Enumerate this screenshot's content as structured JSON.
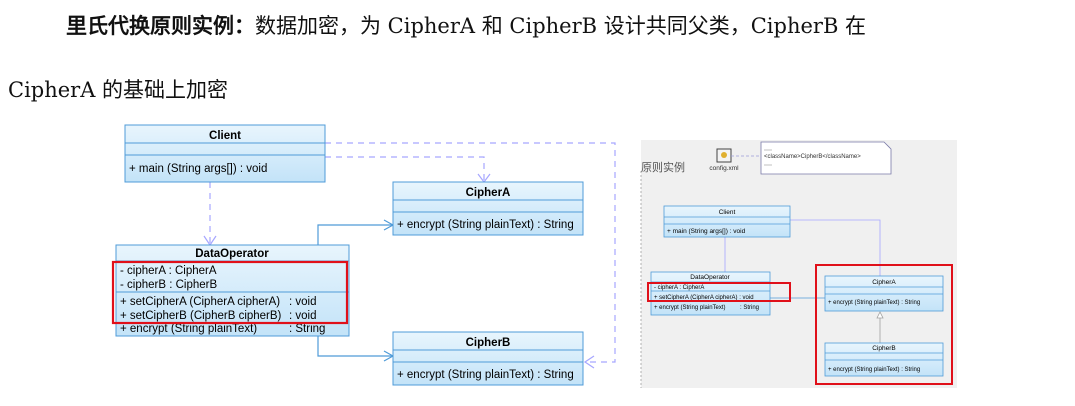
{
  "text": {
    "bold_lead": "里氏代换原则实例：",
    "line1_rest": "数据加密，为 CipherA 和 CipherB 设计共同父类，CipherB 在",
    "line2": "CipherA 的基础上加密"
  },
  "left_diagram": {
    "client": {
      "name": "Client",
      "ops": [
        "+ main (String args[]) : void"
      ]
    },
    "data_operator": {
      "name": "DataOperator",
      "attrs": [
        "- cipherA : CipherA",
        "- cipherB : CipherB"
      ],
      "ops": [
        "+ setCipherA (CipherA cipherA)",
        "+ setCipherB (CipherB cipherB)",
        "+ encrypt (String plainText)"
      ],
      "op_returns": [
        ": void",
        ": void",
        ": String"
      ]
    },
    "cipher_a": {
      "name": "CipherA",
      "ops": [
        "+ encrypt (String plainText) : String"
      ]
    },
    "cipher_b": {
      "name": "CipherB",
      "ops": [
        "+ encrypt (String plainText) : String"
      ]
    }
  },
  "right_diagram": {
    "side_label": "原则实例",
    "config_file": "config.xml",
    "xml_note": "<className>CipherB</className>",
    "client": {
      "name": "Client",
      "ops": [
        "+ main (String args[]) : void"
      ]
    },
    "data_operator": {
      "name": "DataOperator",
      "attrs": [
        "- cipherA : CipherA"
      ],
      "ops": [
        "+ setCipherA (CipherA cipherA) : void",
        "+ encrypt (String plainText)"
      ],
      "op_returns": [
        ": String"
      ]
    },
    "cipher_a": {
      "name": "CipherA",
      "ops": [
        "+ encrypt (String plainText) : String"
      ]
    },
    "cipher_b": {
      "name": "CipherB",
      "ops": [
        "+ encrypt (String plainText) : String"
      ]
    }
  },
  "colors": {
    "class_fill": "#d6ecfa",
    "class_border": "#4f9bd8",
    "highlight": "#e0101a",
    "dashed": "#a6a6ff"
  }
}
